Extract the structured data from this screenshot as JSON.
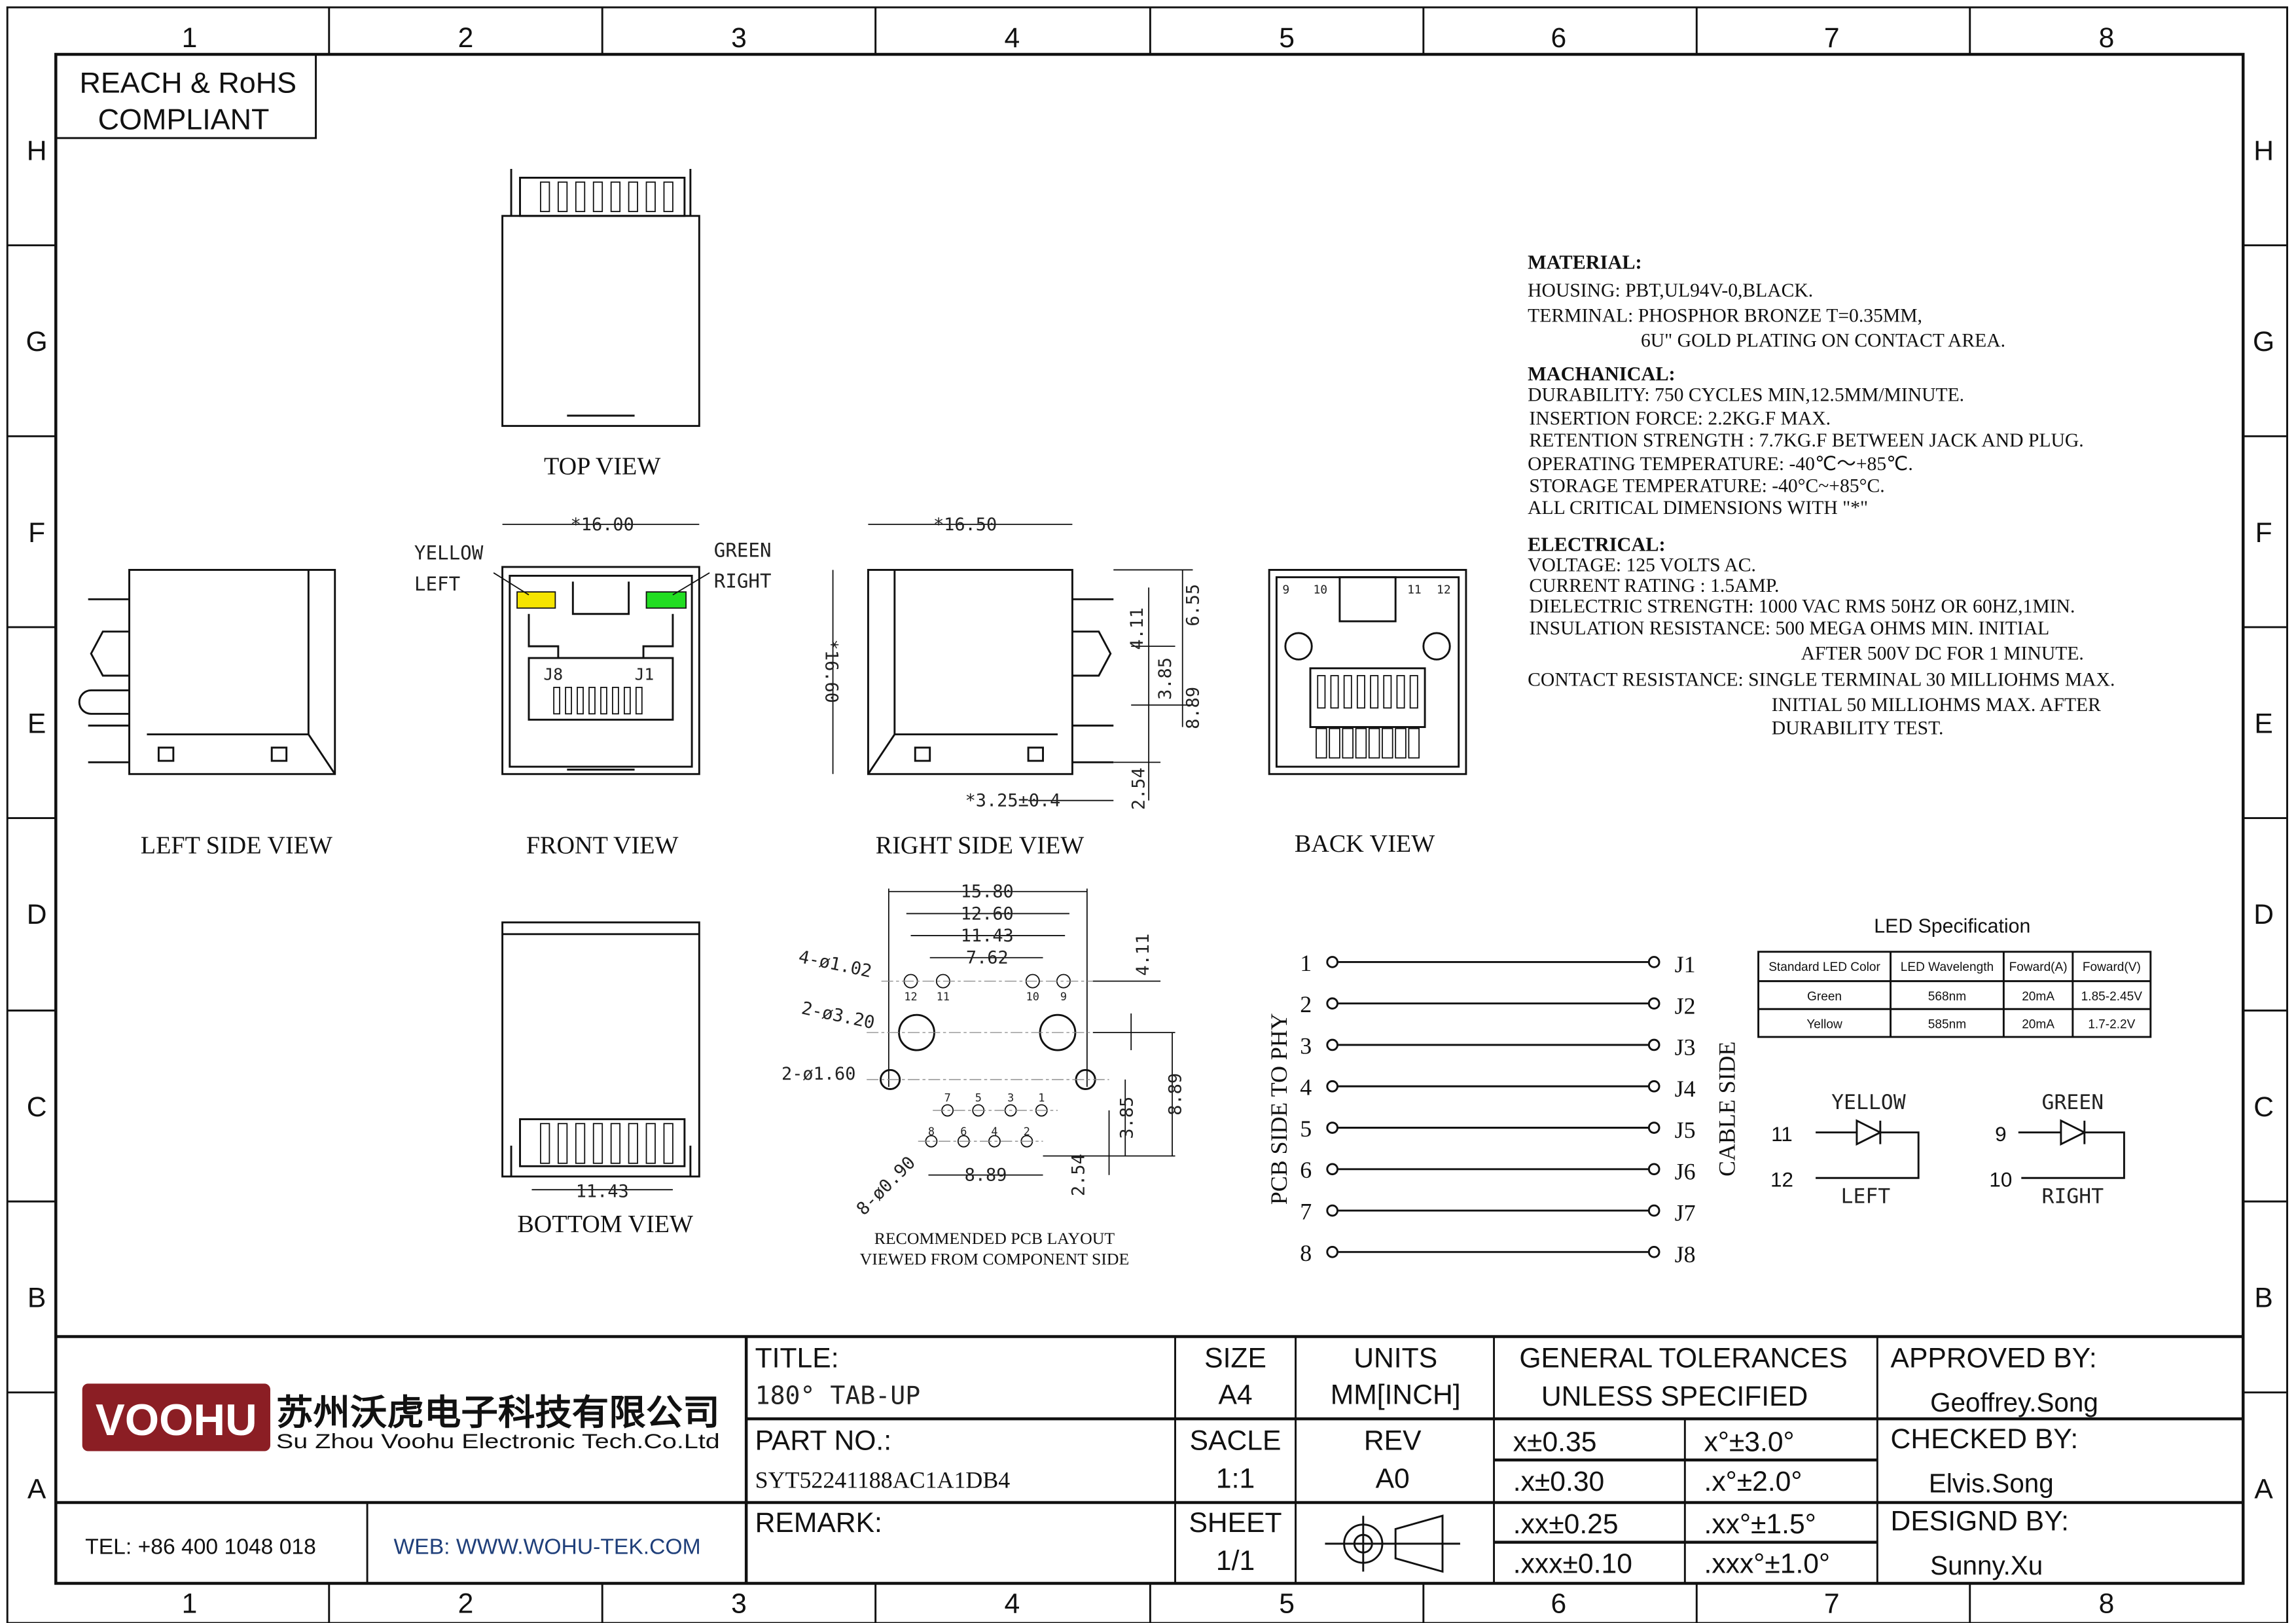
{
  "grid": {
    "columns": [
      "1",
      "2",
      "3",
      "4",
      "5",
      "6",
      "7",
      "8"
    ],
    "rows": [
      "H",
      "G",
      "F",
      "E",
      "D",
      "C",
      "B",
      "A"
    ]
  },
  "compliance": {
    "line1": "REACH & RoHS",
    "line2": "COMPLIANT"
  },
  "views": {
    "top": "TOP VIEW",
    "left_side": "LEFT SIDE VIEW",
    "front": "FRONT VIEW",
    "right_side": "RIGHT SIDE VIEW",
    "back": "BACK VIEW",
    "bottom": "BOTTOM VIEW"
  },
  "front_view": {
    "width_dim": "*16.00",
    "yellow_label": "YELLOW",
    "left_label": "LEFT",
    "green_label": "GREEN",
    "right_label": "RIGHT",
    "j8": "J8",
    "j1": "J1",
    "colors": {
      "yellow": "#f5e400",
      "green": "#22dd22"
    }
  },
  "right_side_view": {
    "length_dim": "*16.50",
    "height_dim": "*16.60",
    "dim_4_11": "4.11",
    "dim_6_55": "6.55",
    "dim_3_85": "3.85",
    "dim_8_89": "8.89",
    "dim_2_54": "2.54",
    "dim_3_25": "*3.25±0.4"
  },
  "back_view": {
    "pin9": "9",
    "pin10": "10",
    "pin11": "11",
    "pin12": "12"
  },
  "bottom_view": {
    "dim": "11.43"
  },
  "pcb_layout": {
    "dim_15_80": "15.80",
    "dim_12_60": "12.60",
    "dim_11_43": "11.43",
    "dim_7_62": "7.62",
    "dim_4_11": "4.11",
    "hole_1_02": "4-ø1.02",
    "hole_3_20": "2-ø3.20",
    "hole_1_60": "2-ø1.60",
    "hole_0_90": "8-ø0.90",
    "dim_3_85": "3.85",
    "dim_8_89_v": "8.89",
    "dim_2_54": "2.54",
    "dim_8_89_h": "8.89",
    "led_pins": [
      "12",
      "11",
      "10",
      "9"
    ],
    "top_pins": [
      "7",
      "5",
      "3",
      "1"
    ],
    "bottom_pins": [
      "8",
      "6",
      "4",
      "2"
    ],
    "caption1": "RECOMMENDED PCB LAYOUT",
    "caption2": "VIEWED FROM COMPONENT SIDE"
  },
  "specs": {
    "material_title": "MATERIAL:",
    "material": [
      "HOUSING: PBT,UL94V-0,BLACK.",
      "TERMINAL: PHOSPHOR BRONZE T=0.35MM,",
      "6U\" GOLD PLATING ON CONTACT AREA."
    ],
    "mechanical_title": "MACHANICAL:",
    "mechanical": [
      "DURABILITY: 750 CYCLES MIN,12.5MM/MINUTE.",
      "INSERTION FORCE: 2.2KG.F MAX.",
      "RETENTION STRENGTH : 7.7KG.F BETWEEN JACK AND PLUG.",
      "OPERATING TEMPERATURE: -40℃～+85℃.",
      "STORAGE TEMPERATURE: -40°C~+85°C.",
      "ALL CRITICAL DIMENSIONS WITH \"*\""
    ],
    "electrical_title": "ELECTRICAL:",
    "electrical": [
      "VOLTAGE: 125 VOLTS AC.",
      "CURRENT RATING : 1.5AMP.",
      "DIELECTRIC STRENGTH: 1000 VAC RMS 50HZ OR 60HZ,1MIN.",
      "INSULATION RESISTANCE: 500 MEGA OHMS MIN. INITIAL",
      "AFTER 500V DC FOR 1 MINUTE.",
      "CONTACT RESISTANCE: SINGLE TERMINAL 30 MILLIOHMS MAX.",
      "INITIAL 50 MILLIOHMS MAX. AFTER",
      "DURABILITY TEST."
    ]
  },
  "schematic": {
    "left_label": "PCB SIDE TO PHY",
    "right_label": "CABLE SIDE",
    "pins": [
      "1",
      "2",
      "3",
      "4",
      "5",
      "6",
      "7",
      "8"
    ],
    "jacks": [
      "J1",
      "J2",
      "J3",
      "J4",
      "J5",
      "J6",
      "J7",
      "J8"
    ]
  },
  "led_spec": {
    "title": "LED Specification",
    "headers": [
      "Standard LED Color",
      "LED Wavelength",
      "Foward(A)",
      "Foward(V)"
    ],
    "rows": [
      [
        "Green",
        "568nm",
        "20mA",
        "1.85-2.45V"
      ],
      [
        "Yellow",
        "585nm",
        "20mA",
        "1.7-2.2V"
      ]
    ]
  },
  "led_diagram": {
    "yellow": {
      "name": "YELLOW",
      "pin_a": "11",
      "pin_b": "12",
      "side": "LEFT"
    },
    "green": {
      "name": "GREEN",
      "pin_a": "9",
      "pin_b": "10",
      "side": "RIGHT"
    }
  },
  "title_block": {
    "logo_text": "VOOHU",
    "brand_color": "#8b1e24",
    "company_cn": "苏州沃虎电子科技有限公司",
    "company_en": "Su Zhou Voohu Electronic Tech.Co.Ltd",
    "tel": "TEL: +86 400 1048 018",
    "web": "WEB: WWW.WOHU-TEK.COM",
    "web_color": "#1f3f7a",
    "title_label": "TITLE:",
    "title_value": "180°  TAB-UP",
    "part_label": "PART NO.:",
    "part_value": "SYT52241188AC1A1DB4",
    "remark_label": "REMARK:",
    "size_label": "SIZE",
    "size_value": "A4",
    "units_label": "UNITS",
    "units_value": "MM[INCH]",
    "scale_label": "SACLE",
    "scale_value": "1:1",
    "rev_label": "REV",
    "rev_value": "A0",
    "sheet_label": "SHEET",
    "sheet_value": "1/1",
    "tol_title1": "GENERAL TOLERANCES",
    "tol_title2": "UNLESS SPECIFIED",
    "tolerances": [
      [
        "x±0.35",
        "x°±3.0°"
      ],
      [
        ".x±0.30",
        ".x°±2.0°"
      ],
      [
        ".xx±0.25",
        ".xx°±1.5°"
      ],
      [
        ".xxx±0.10",
        ".xxx°±1.0°"
      ]
    ],
    "approved_label": "APPROVED BY:",
    "approved_value": "Geoffrey.Song",
    "checked_label": "CHECKED BY:",
    "checked_value": "Elvis.Song",
    "designed_label": "DESIGND BY:",
    "designed_value": "Sunny.Xu"
  }
}
